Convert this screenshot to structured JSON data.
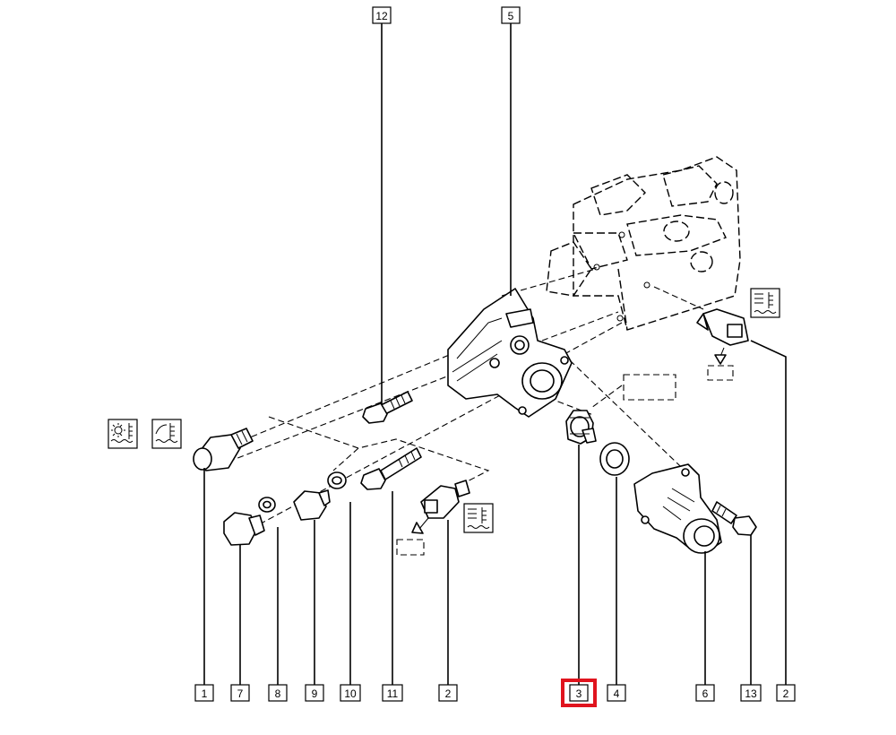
{
  "diagram": {
    "callouts": [
      {
        "id": "c12",
        "label": "12"
      },
      {
        "id": "c5",
        "label": "5"
      },
      {
        "id": "c1",
        "label": "1"
      },
      {
        "id": "c7",
        "label": "7"
      },
      {
        "id": "c8",
        "label": "8"
      },
      {
        "id": "c9",
        "label": "9"
      },
      {
        "id": "c10",
        "label": "10"
      },
      {
        "id": "c11",
        "label": "11"
      },
      {
        "id": "c2a",
        "label": "2"
      },
      {
        "id": "c3",
        "label": "3"
      },
      {
        "id": "c4",
        "label": "4"
      },
      {
        "id": "c6",
        "label": "6"
      },
      {
        "id": "c13",
        "label": "13"
      },
      {
        "id": "c2b",
        "label": "2"
      }
    ],
    "selected_callout": "3",
    "highlight_color": "#e0141e",
    "symbols": [
      "sun-temperature-icon",
      "coolant-gauge-icon",
      "coolant-temperature-icon"
    ]
  }
}
